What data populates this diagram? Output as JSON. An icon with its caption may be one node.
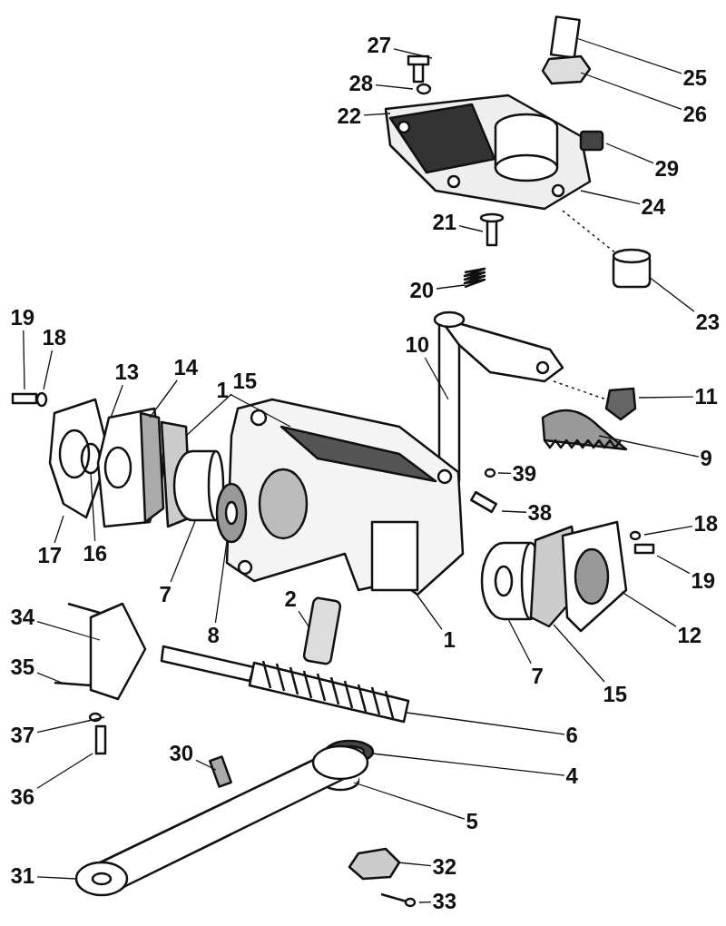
{
  "diagram": {
    "nodes": [
      {
        "text": [
          "27"
        ]
      },
      {
        "text": [
          "25"
        ]
      },
      {
        "text": [
          "28"
        ]
      },
      {
        "text": [
          "26"
        ]
      },
      {
        "text": [
          "22"
        ]
      },
      {
        "text": [
          "29"
        ]
      },
      {
        "text": [
          "24"
        ]
      },
      {
        "text": [
          "21"
        ]
      },
      {
        "text": [
          "20"
        ]
      },
      {
        "text": [
          "19"
        ]
      },
      {
        "text": [
          "23"
        ]
      },
      {
        "text": [
          "18"
        ]
      },
      {
        "text": [
          "10"
        ]
      },
      {
        "text": [
          "13"
        ]
      },
      {
        "text": [
          "14"
        ]
      },
      {
        "text": [
          "15"
        ]
      },
      {
        "text": [
          "1"
        ]
      },
      {
        "text": [
          "11"
        ]
      },
      {
        "text": [
          "9"
        ]
      },
      {
        "text": [
          "39"
        ]
      },
      {
        "text": [
          "38"
        ]
      },
      {
        "text": [
          "18"
        ]
      },
      {
        "text": [
          "17"
        ]
      },
      {
        "text": [
          "16"
        ]
      },
      {
        "text": [
          "19"
        ]
      },
      {
        "text": [
          "7"
        ]
      },
      {
        "text": [
          "2"
        ]
      },
      {
        "text": [
          "34"
        ]
      },
      {
        "text": [
          "8"
        ]
      },
      {
        "text": [
          "12"
        ]
      },
      {
        "text": [
          "1"
        ]
      },
      {
        "text": [
          "35"
        ]
      },
      {
        "text": [
          "7"
        ]
      },
      {
        "text": [
          "15"
        ]
      },
      {
        "text": [
          "6"
        ]
      },
      {
        "text": [
          "37"
        ]
      },
      {
        "text": [
          "30"
        ]
      },
      {
        "text": [
          "4"
        ]
      },
      {
        "text": [
          "36"
        ]
      },
      {
        "text": [
          "5"
        ]
      },
      {
        "text": [
          "32"
        ]
      },
      {
        "text": [
          "31"
        ]
      },
      {
        "text": [
          "33"
        ]
      }
    ],
    "edges": [
      {
        "from": 0,
        "to": null,
        "arrow": "none"
      },
      {
        "from": 1,
        "to": null,
        "arrow": "none"
      },
      {
        "from": 2,
        "to": null,
        "arrow": "none"
      },
      {
        "from": 3,
        "to": null,
        "arrow": "none"
      },
      {
        "from": 4,
        "to": null,
        "arrow": "none"
      },
      {
        "from": 5,
        "to": null,
        "arrow": "none"
      },
      {
        "from": 6,
        "to": null,
        "arrow": "none"
      },
      {
        "from": 7,
        "to": null,
        "arrow": "none"
      },
      {
        "from": 8,
        "to": null,
        "arrow": "none"
      },
      {
        "from": 9,
        "to": null,
        "arrow": "none"
      },
      {
        "from": 10,
        "to": null,
        "arrow": "none"
      },
      {
        "from": 11,
        "to": null,
        "arrow": "none"
      },
      {
        "from": 12,
        "to": null,
        "arrow": "none"
      },
      {
        "from": 13,
        "to": null,
        "arrow": "none"
      },
      {
        "from": 14,
        "to": null,
        "arrow": "none"
      },
      {
        "from": 15,
        "to": null,
        "arrow": "none"
      },
      {
        "from": 16,
        "to": null,
        "arrow": "none"
      },
      {
        "from": 17,
        "to": null,
        "arrow": "none"
      },
      {
        "from": 18,
        "to": null,
        "arrow": "none"
      },
      {
        "from": 19,
        "to": null,
        "arrow": "none"
      },
      {
        "from": 20,
        "to": null,
        "arrow": "none"
      },
      {
        "from": 21,
        "to": null,
        "arrow": "none"
      },
      {
        "from": 22,
        "to": null,
        "arrow": "none"
      },
      {
        "from": 23,
        "to": null,
        "arrow": "none"
      },
      {
        "from": 24,
        "to": null,
        "arrow": "none"
      },
      {
        "from": 25,
        "to": null,
        "arrow": "none"
      },
      {
        "from": 26,
        "to": null,
        "arrow": "none"
      },
      {
        "from": 27,
        "to": null,
        "arrow": "none"
      },
      {
        "from": 28,
        "to": null,
        "arrow": "none"
      },
      {
        "from": 29,
        "to": null,
        "arrow": "none"
      },
      {
        "from": 30,
        "to": null,
        "arrow": "none"
      },
      {
        "from": 31,
        "to": null,
        "arrow": "none"
      },
      {
        "from": 32,
        "to": null,
        "arrow": "none"
      },
      {
        "from": 33,
        "to": null,
        "arrow": "none"
      },
      {
        "from": 34,
        "to": null,
        "arrow": "none"
      },
      {
        "from": 35,
        "to": null,
        "arrow": "none"
      },
      {
        "from": 36,
        "to": null,
        "arrow": "none"
      },
      {
        "from": 37,
        "to": null,
        "arrow": "none"
      },
      {
        "from": 38,
        "to": null,
        "arrow": "none"
      },
      {
        "from": 39,
        "to": null,
        "arrow": "none"
      },
      {
        "from": 40,
        "to": null,
        "arrow": "none"
      },
      {
        "from": 41,
        "to": null,
        "arrow": "none"
      },
      {
        "from": 42,
        "to": null,
        "arrow": "none"
      }
    ]
  }
}
